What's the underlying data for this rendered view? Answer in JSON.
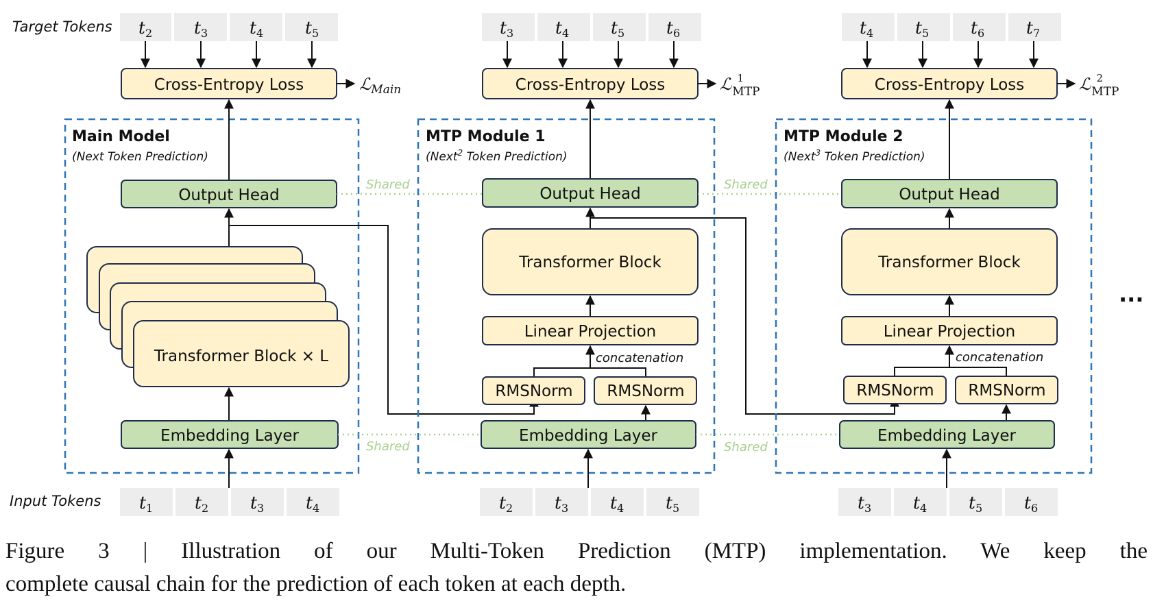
{
  "labels": {
    "target_tokens": "Target Tokens",
    "input_tokens": "Input Tokens",
    "shared": "Shared",
    "concatenation": "concatenation",
    "ellipsis": "..."
  },
  "columns": [
    {
      "title": "Main Model",
      "subtitle": "(Next Token Prediction)",
      "target_tokens": [
        {
          "base": "t",
          "sub": "2"
        },
        {
          "base": "t",
          "sub": "3"
        },
        {
          "base": "t",
          "sub": "4"
        },
        {
          "base": "t",
          "sub": "5"
        }
      ],
      "input_tokens": [
        {
          "base": "t",
          "sub": "1"
        },
        {
          "base": "t",
          "sub": "2"
        },
        {
          "base": "t",
          "sub": "3"
        },
        {
          "base": "t",
          "sub": "4"
        }
      ],
      "loss_box": "Cross-Entropy Loss",
      "loss_label": {
        "base": "ℒ",
        "sub": "Main",
        "sup": ""
      },
      "output_head": "Output Head",
      "transformer": "Transformer Block × L",
      "embedding": "Embedding Layer"
    },
    {
      "title": "MTP Module 1",
      "subtitle_pre": "(Next",
      "subtitle_sup": "2",
      "subtitle_post": " Token Prediction)",
      "target_tokens": [
        {
          "base": "t",
          "sub": "3"
        },
        {
          "base": "t",
          "sub": "4"
        },
        {
          "base": "t",
          "sub": "5"
        },
        {
          "base": "t",
          "sub": "6"
        }
      ],
      "input_tokens": [
        {
          "base": "t",
          "sub": "2"
        },
        {
          "base": "t",
          "sub": "3"
        },
        {
          "base": "t",
          "sub": "4"
        },
        {
          "base": "t",
          "sub": "5"
        }
      ],
      "loss_box": "Cross-Entropy Loss",
      "loss_label": {
        "base": "ℒ",
        "sub": "MTP",
        "sup": "1"
      },
      "output_head": "Output Head",
      "transformer": "Transformer Block",
      "linear": "Linear Projection",
      "rmsnorm_left": "RMSNorm",
      "rmsnorm_right": "RMSNorm",
      "embedding": "Embedding Layer"
    },
    {
      "title": "MTP Module 2",
      "subtitle_pre": "(Next",
      "subtitle_sup": "3",
      "subtitle_post": " Token Prediction)",
      "target_tokens": [
        {
          "base": "t",
          "sub": "4"
        },
        {
          "base": "t",
          "sub": "5"
        },
        {
          "base": "t",
          "sub": "6"
        },
        {
          "base": "t",
          "sub": "7"
        }
      ],
      "input_tokens": [
        {
          "base": "t",
          "sub": "3"
        },
        {
          "base": "t",
          "sub": "4"
        },
        {
          "base": "t",
          "sub": "5"
        },
        {
          "base": "t",
          "sub": "6"
        }
      ],
      "loss_box": "Cross-Entropy Loss",
      "loss_label": {
        "base": "ℒ",
        "sub": "MTP",
        "sup": "2"
      },
      "output_head": "Output Head",
      "transformer": "Transformer Block",
      "linear": "Linear Projection",
      "rmsnorm_left": "RMSNorm",
      "rmsnorm_right": "RMSNorm",
      "embedding": "Embedding Layer"
    }
  ],
  "caption": {
    "line1": "Figure 3 | Illustration of our Multi-Token Prediction (MTP) implementation.  We keep the",
    "line2": "complete causal chain for the prediction of each token at each depth."
  },
  "colors": {
    "yellow_fill": "#fff2cc",
    "green_fill": "#c6e0b4",
    "box_stroke": "#1f2d4d",
    "dashed_frame": "#2e75b6",
    "shared_line": "#a8d08d",
    "token_fill": "#ededed"
  }
}
